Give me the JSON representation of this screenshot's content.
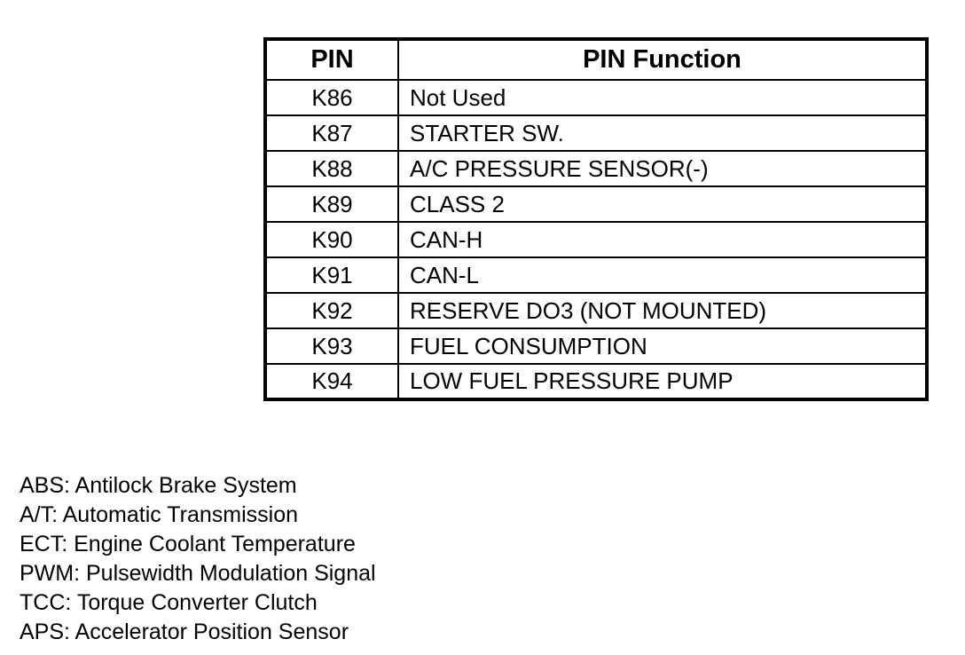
{
  "table": {
    "headers": {
      "pin": "PIN",
      "function": "PIN Function"
    },
    "rows": [
      {
        "pin": "K86",
        "function": "Not Used"
      },
      {
        "pin": "K87",
        "function": "STARTER SW."
      },
      {
        "pin": "K88",
        "function": "A/C PRESSURE SENSOR(-)"
      },
      {
        "pin": "K89",
        "function": "CLASS 2"
      },
      {
        "pin": "K90",
        "function": "CAN-H"
      },
      {
        "pin": "K91",
        "function": "CAN-L"
      },
      {
        "pin": "K92",
        "function": "RESERVE DO3 (NOT MOUNTED)"
      },
      {
        "pin": "K93",
        "function": "FUEL CONSUMPTION"
      },
      {
        "pin": "K94",
        "function": "LOW FUEL PRESSURE PUMP"
      }
    ]
  },
  "legend": {
    "items": [
      "ABS: Antilock Brake System",
      "A/T: Automatic Transmission",
      "ECT: Engine Coolant Temperature",
      "PWM: Pulsewidth Modulation Signal",
      "TCC: Torque Converter Clutch",
      "APS: Accelerator Position Sensor"
    ]
  },
  "colors": {
    "background": "#ffffff",
    "text": "#000000",
    "border": "#000000"
  }
}
